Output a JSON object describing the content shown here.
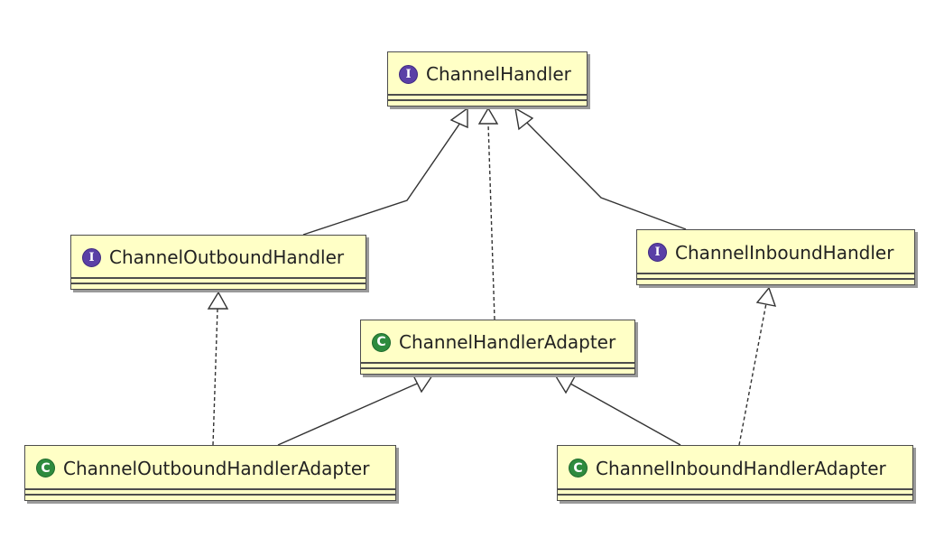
{
  "diagram": {
    "nodes": [
      {
        "id": "channel-handler",
        "kind": "interface",
        "badge": "I",
        "label": "ChannelHandler"
      },
      {
        "id": "outbound-handler",
        "kind": "interface",
        "badge": "I",
        "label": "ChannelOutboundHandler"
      },
      {
        "id": "inbound-handler",
        "kind": "interface",
        "badge": "I",
        "label": "ChannelInboundHandler"
      },
      {
        "id": "handler-adapter",
        "kind": "class",
        "badge": "C",
        "label": "ChannelHandlerAdapter"
      },
      {
        "id": "outbound-adapter",
        "kind": "class",
        "badge": "C",
        "label": "ChannelOutboundHandlerAdapter"
      },
      {
        "id": "inbound-adapter",
        "kind": "class",
        "badge": "C",
        "label": "ChannelInboundHandlerAdapter"
      }
    ],
    "edges": [
      {
        "from": "outbound-handler",
        "to": "channel-handler",
        "relation": "extends",
        "style": "solid"
      },
      {
        "from": "handler-adapter",
        "to": "channel-handler",
        "relation": "implements",
        "style": "dashed"
      },
      {
        "from": "inbound-handler",
        "to": "channel-handler",
        "relation": "extends",
        "style": "solid"
      },
      {
        "from": "outbound-adapter",
        "to": "outbound-handler",
        "relation": "implements",
        "style": "dashed"
      },
      {
        "from": "outbound-adapter",
        "to": "handler-adapter",
        "relation": "extends",
        "style": "solid"
      },
      {
        "from": "inbound-adapter",
        "to": "handler-adapter",
        "relation": "extends",
        "style": "solid"
      },
      {
        "from": "inbound-adapter",
        "to": "inbound-handler",
        "relation": "implements",
        "style": "dashed"
      }
    ]
  },
  "colors": {
    "node_fill": "#ffffc6",
    "node_border": "#4d4d4d",
    "interface_badge": "#5a3fa6",
    "class_badge": "#2e8b3e",
    "edge": "#333333"
  }
}
